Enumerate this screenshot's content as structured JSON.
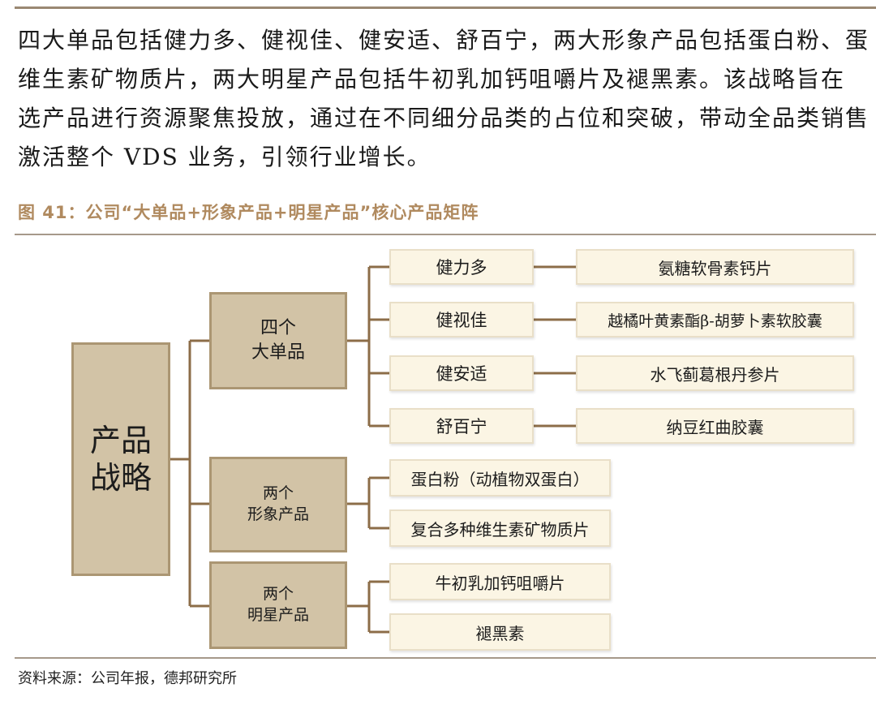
{
  "intro": {
    "line1": "四大单品包括健力多、健视佳、健安适、舒百宁，两大形象产品包括蛋白粉、蛋",
    "line2": "维生素矿物质片，两大明星产品包括牛初乳加钙咀嚼片及褪黑素。该战略旨在",
    "line3": "选产品进行资源聚焦投放，通过在不同细分品类的占位和突破，带动全品类销售",
    "line4": "激活整个 VDS 业务，引领行业增长。"
  },
  "figure": {
    "title": "图 41：公司“大单品+形象产品+明星产品”核心产品矩阵"
  },
  "diagram": {
    "root": {
      "line1": "产品",
      "line2": "战略"
    },
    "groups": [
      {
        "line1": "四个",
        "line2": "大单品",
        "items": [
          {
            "label": "健力多",
            "product": "氨糖软骨素钙片"
          },
          {
            "label": "健视佳",
            "product": "越橘叶黄素酯β-胡萝卜素软胶囊"
          },
          {
            "label": "健安适",
            "product": "水飞蓟葛根丹参片"
          },
          {
            "label": "舒百宁",
            "product": "纳豆红曲胶囊"
          }
        ]
      },
      {
        "line1": "两个",
        "line2": "形象产品",
        "items": [
          {
            "label": "蛋白粉（动植物双蛋白）"
          },
          {
            "label": "复合多种维生素矿物质片"
          }
        ]
      },
      {
        "line1": "两个",
        "line2": "明星产品",
        "items": [
          {
            "label": "牛初乳加钙咀嚼片"
          },
          {
            "label": "褪黑素"
          }
        ]
      }
    ]
  },
  "source": "资料来源：公司年报，德邦研究所",
  "colors": {
    "connector": "#8c6d48",
    "box_dark": "#d2c3a6",
    "box_light": "#fbf5e4",
    "title": "#b08a5f"
  }
}
